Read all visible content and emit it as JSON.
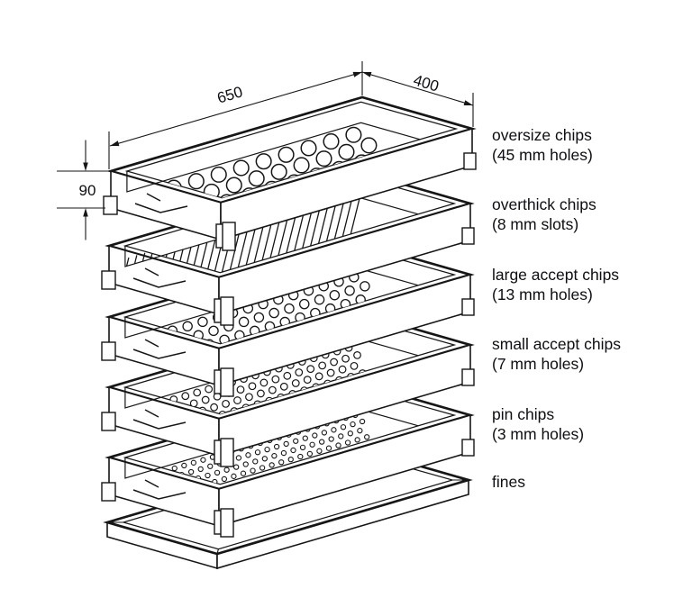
{
  "colors": {
    "line": "#161616",
    "text": "#0e0e13",
    "background": "#ffffff"
  },
  "dimensions": {
    "length_mm": "650",
    "width_mm": "400",
    "tray_height_mm": "90"
  },
  "trays": [
    {
      "name": "oversize",
      "label": "oversize chips",
      "sublabel": "(45 mm holes)",
      "pattern": "holes-45mm"
    },
    {
      "name": "overthick",
      "label": "overthick chips",
      "sublabel": "(8 mm slots)",
      "pattern": "slots-8mm"
    },
    {
      "name": "large-accept",
      "label": "large accept chips",
      "sublabel": "(13 mm holes)",
      "pattern": "holes-13mm"
    },
    {
      "name": "small-accept",
      "label": "small accept chips",
      "sublabel": "(7 mm holes)",
      "pattern": "holes-7mm"
    },
    {
      "name": "pin",
      "label": "pin chips",
      "sublabel": "(3 mm holes)",
      "pattern": "holes-3mm"
    },
    {
      "name": "fines",
      "label": "fines",
      "sublabel": "",
      "pattern": "solid-pan"
    }
  ]
}
